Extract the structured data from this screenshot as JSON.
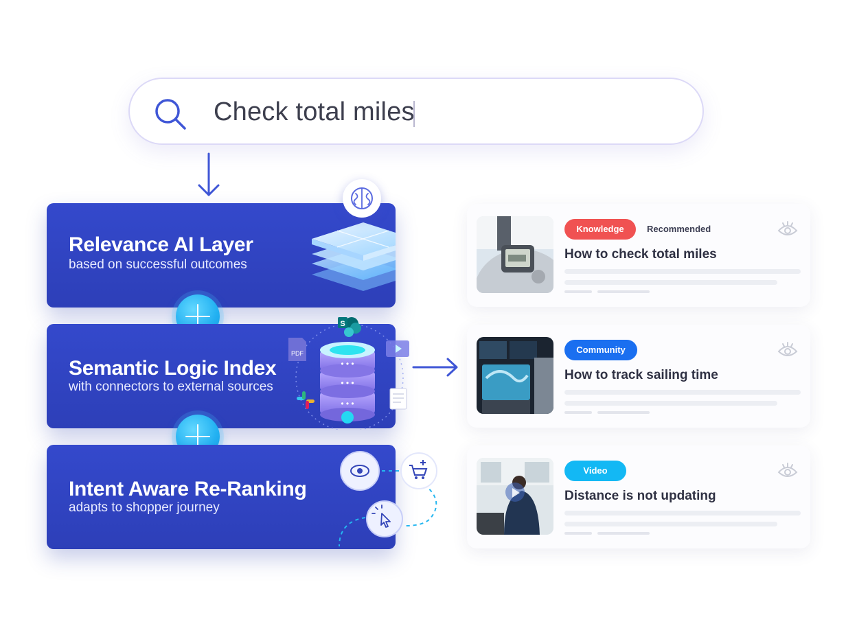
{
  "search": {
    "query": "Check total miles",
    "icon": "search-icon"
  },
  "layers": [
    {
      "title": "Relevance AI Layer",
      "subtitle": "based on successful outcomes"
    },
    {
      "title": "Semantic Logic Index",
      "subtitle": "with connectors to external sources"
    },
    {
      "title": "Intent Aware Re-Ranking",
      "subtitle": "adapts to shopper journey"
    }
  ],
  "connectors": {
    "pdf_label": "PDF",
    "sharepoint_label": "S"
  },
  "results": [
    {
      "badge": "Knowledge",
      "tag": "Recommended",
      "title": "How to check total miles"
    },
    {
      "badge": "Community",
      "tag": "",
      "title": "How to track sailing time"
    },
    {
      "badge": "Video",
      "tag": "",
      "title": "Distance is not updating"
    }
  ],
  "colors": {
    "panel": "#2d3fb8",
    "plus": "#23b2f2",
    "knowledge": "#f05252",
    "community": "#1a6ff0",
    "video": "#13b8f4",
    "accent": "#3f56d6"
  }
}
